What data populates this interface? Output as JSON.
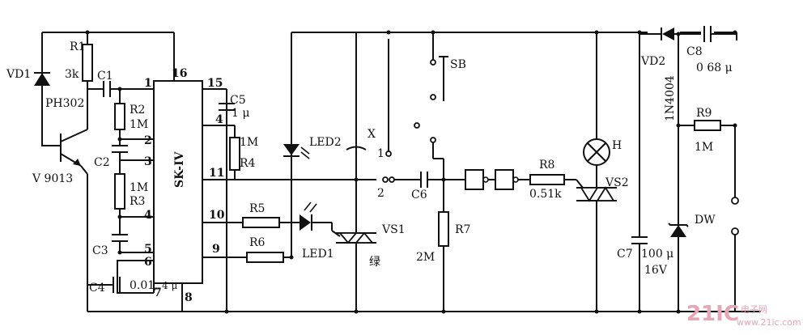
{
  "ic": {
    "name": "SK-IV",
    "pins": [
      "1",
      "16",
      "15",
      "4",
      "2",
      "3",
      "4",
      "5",
      "6",
      "7",
      "8",
      "11",
      "10",
      "9"
    ]
  },
  "components": {
    "vd1": "VD1",
    "r1": "R1",
    "r1v": "3k",
    "ph302": "PH302",
    "transistor": "V 9013",
    "c1": "C1",
    "r2": "R2",
    "r2v": "1M",
    "c2": "C2",
    "r3v": "1M",
    "r3": "R3",
    "c3": "C3",
    "c4": "C4",
    "c4v": "0.01",
    "c4b": "4 μ",
    "c5": "C5",
    "c5v": "1 μ",
    "r4v": "1M",
    "r4": "R4",
    "led2": "LED2",
    "x": "X",
    "sw1": "1",
    "sw2": "2",
    "r5": "R5",
    "r6": "R6",
    "led1": "LED1",
    "vs1": "VS1",
    "green": "绿",
    "c6": "C6",
    "r7": "R7",
    "r7v": "2M",
    "sb": "SB",
    "r8": "R8",
    "r8v": "0.51k",
    "h": "H",
    "vs2": "VS2",
    "c7": "C7",
    "c7v": "100 μ",
    "c7v2": "16V",
    "vd2": "VD2",
    "vd2v": "1N4004",
    "c8": "C8",
    "c8v": "0 68 μ",
    "r9": "R9",
    "r9v": "1M",
    "dw": "DW"
  },
  "watermark": {
    "logo": "21IC",
    "cn": "电子网",
    "url": "www.21ic.com"
  }
}
